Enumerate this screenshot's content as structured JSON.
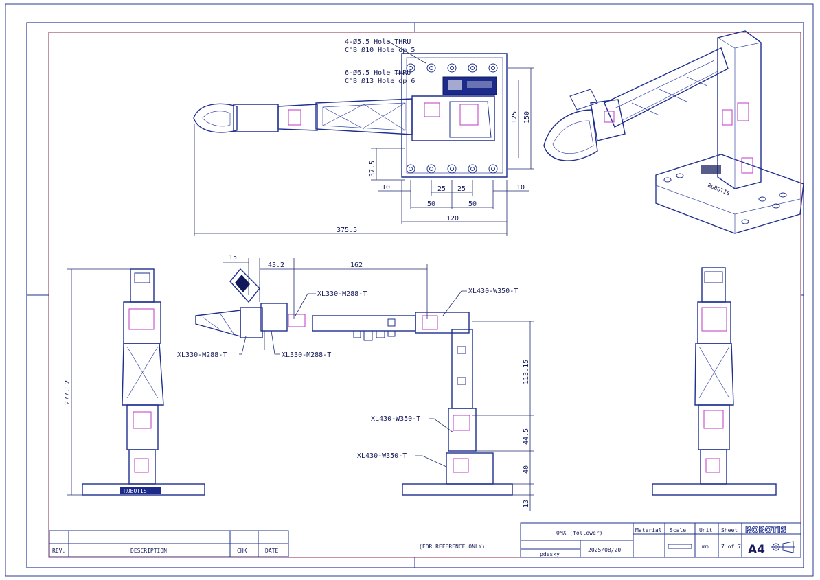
{
  "callouts": {
    "holes_4": [
      "4-Ø5.5 Hole THRU",
      "C'B Ø10 Hole dp 5"
    ],
    "holes_6": [
      "6-Ø6.5 Hole THRU",
      "C'B Ø13 Hole dp 6"
    ],
    "servo_wrist": "XL330-M288-T",
    "servo_gripper": "XL330-M288-T",
    "servo_forearm": "XL330-M288-T",
    "servo_elbow": "XL430-W350-T",
    "servo_shoulder": "XL430-W350-T",
    "servo_base": "XL430-W350-T"
  },
  "dimensions": {
    "top_h1": "125",
    "top_h2": "150",
    "top_v1": "37.5",
    "top_10_left": "10",
    "top_25_a": "25",
    "top_25_b": "25",
    "top_10_right": "10",
    "top_50_a": "50",
    "top_50_b": "50",
    "top_120": "120",
    "top_375": "375.5",
    "side_15": "15",
    "side_43": "43.2",
    "side_162": "162",
    "side_113": "113.15",
    "side_44": "44.5",
    "side_40": "40",
    "side_13": "13",
    "front_277": "277.12"
  },
  "title_block": {
    "title": "OMX (follower)",
    "designer": "pdesky",
    "date": "2025/08/20",
    "headers": {
      "material": "Material",
      "scale": "Scale",
      "unit": "Unit",
      "sheet": "Sheet"
    },
    "unit": "mm",
    "sheet": "7 of 7",
    "size": "A4",
    "brand": "ROBOTIS",
    "reference": "(FOR REFERENCE ONLY)"
  },
  "revision_block": {
    "rev": "REV.",
    "description": "DESCRIPTION",
    "chk": "CHK",
    "date": "DATE"
  },
  "base_label": "ROBOTIS",
  "colors": {
    "line": "#1f2f8f",
    "accent": "#c03ac0",
    "frame": "#8a2a4a"
  }
}
